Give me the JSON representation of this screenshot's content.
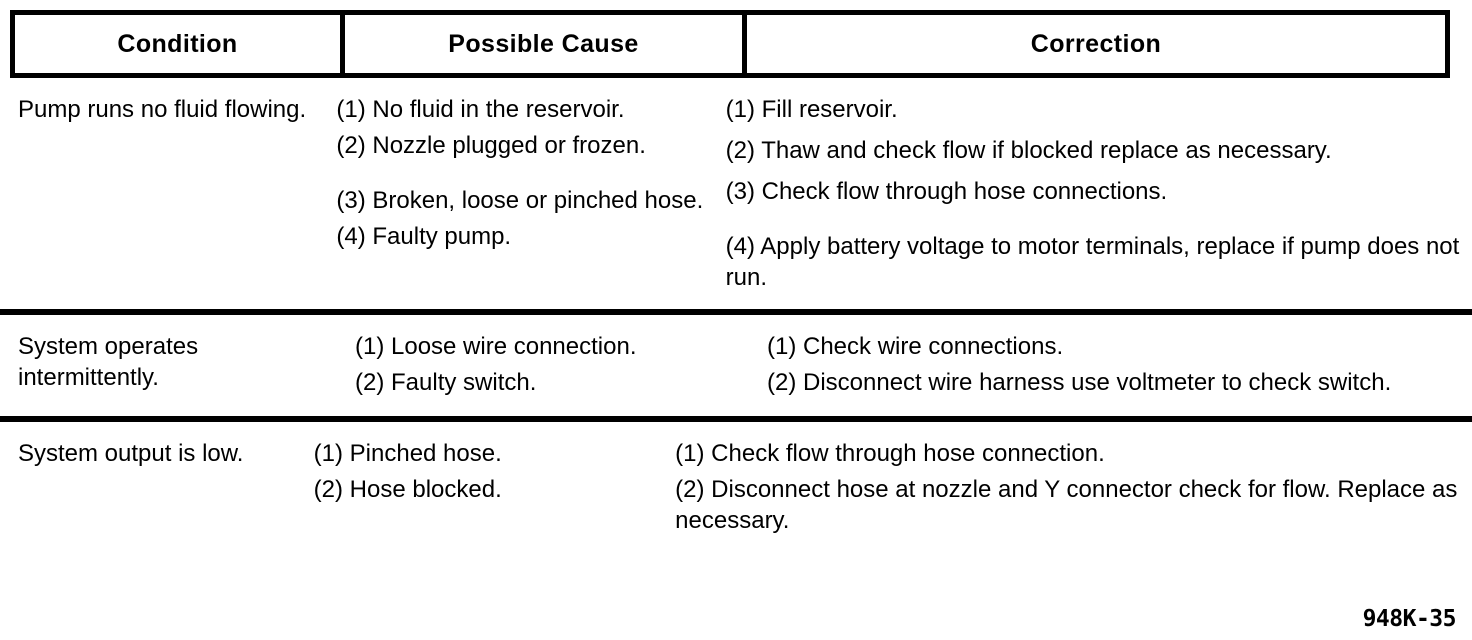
{
  "document": {
    "type": "troubleshooting-table",
    "page_code": "948K-35",
    "ink_color": "#000000",
    "paper_color": "#ffffff"
  },
  "table": {
    "headers": {
      "condition": "Condition",
      "cause": "Possible Cause",
      "correction": "Correction"
    },
    "rows": [
      {
        "condition": "Pump runs no fluid flowing.",
        "causes": [
          "(1) No fluid in the reservoir.",
          "(2) Nozzle plugged or frozen.",
          "(3) Broken, loose or pinched hose.",
          "(4) Faulty pump."
        ],
        "corrections": [
          "(1) Fill reservoir.",
          "(2) Thaw and check flow if blocked replace as necessary.",
          "(3) Check flow through hose connections.",
          "(4) Apply battery voltage to motor terminals, replace if pump does not run."
        ]
      },
      {
        "condition": "System operates intermittently.",
        "causes": [
          "(1) Loose wire connection.",
          "(2) Faulty switch."
        ],
        "corrections": [
          "(1) Check wire connections.",
          "(2) Disconnect wire harness use voltmeter to check switch."
        ]
      },
      {
        "condition": "System output is low.",
        "causes": [
          "(1) Pinched hose.",
          "(2) Hose blocked."
        ],
        "corrections": [
          "(1) Check flow through hose connection.",
          "(2) Disconnect hose at nozzle and Y connector check for flow. Replace as necessary."
        ]
      }
    ]
  }
}
